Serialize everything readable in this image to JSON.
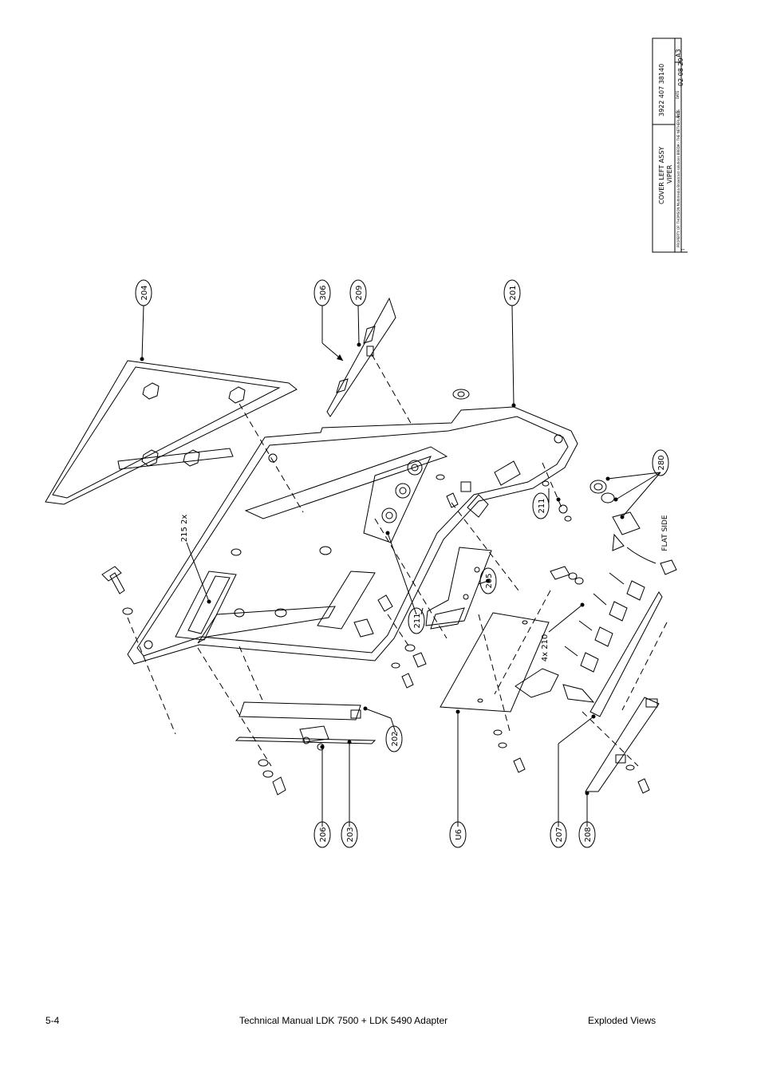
{
  "title_block": {
    "title": "COVER LEFT ASSY",
    "subtitle": "VIPER",
    "number": "3922 407 38140",
    "size": "A3",
    "date_label": "DATE",
    "date": "02 08 29",
    "scale": "1:1",
    "property": "PROPERTY OF: THOMSON Multimedia Broadcast solutions BREDA - THE NETHERLANDS",
    "sheet": "1"
  },
  "callouts": {
    "c201": "201",
    "c202": "202",
    "c203": "203",
    "c204": "204",
    "c205": "205",
    "c206": "206",
    "c207": "207",
    "c208": "208",
    "c209": "209",
    "c211a": "211",
    "c211b": "211",
    "c280": "280",
    "c306": "306",
    "cu6": "U6",
    "q215": "215 2x",
    "q210": "4x 210",
    "flat_side": "FLAT SIDE"
  },
  "footer": {
    "page": "5-4",
    "manual": "Technical Manual LDK 7500 + LDK 5490 Adapter",
    "section": "Exploded Views"
  }
}
